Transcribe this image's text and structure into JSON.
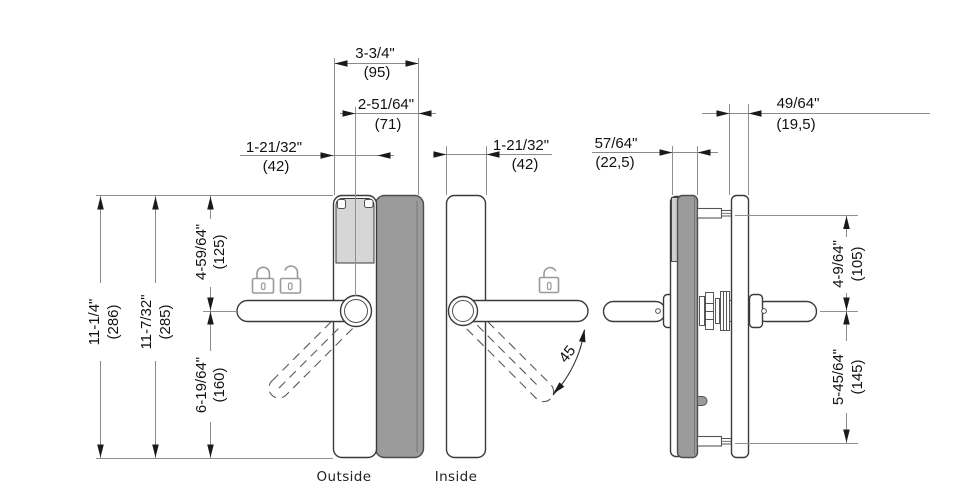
{
  "views": {
    "outside": {
      "label": "Outside"
    },
    "inside": {
      "label": "Inside"
    }
  },
  "dimensions": {
    "overall_width": {
      "in": "3-3/4\"",
      "mm": "(95)"
    },
    "center_to_edge": {
      "in": "2-51/64\"",
      "mm": "(71)"
    },
    "outside_plate_width": {
      "in": "1-21/32\"",
      "mm": "(42)"
    },
    "inside_plate_width": {
      "in": "1-21/32\"",
      "mm": "(42)"
    },
    "outside_projection": {
      "in": "57/64\"",
      "mm": "(22,5)"
    },
    "inside_projection": {
      "in": "49/64\"",
      "mm": "(19,5)"
    },
    "overall_height": {
      "in": "11-1/4\"",
      "mm": "(286)"
    },
    "plate_height": {
      "in": "11-7/32\"",
      "mm": "(285)"
    },
    "top_to_handle": {
      "in": "4-59/64\"",
      "mm": "(125)"
    },
    "handle_to_bottom": {
      "in": "6-19/64\"",
      "mm": "(160)"
    },
    "top_fixing_to_handle": {
      "in": "4-9/64\"",
      "mm": "(105)"
    },
    "handle_to_bottom_fixing": {
      "in": "5-45/64\"",
      "mm": "(145)"
    }
  },
  "angle": {
    "handle_rotation": "45"
  },
  "icons": {
    "outside_locked": "padlock-locked-icon",
    "outside_unlocked": "padlock-unlocked-icon",
    "inside_unlocked": "padlock-unlocked-icon"
  },
  "colors": {
    "plate_dark": "#9b9b9b",
    "plate_light": "#d6d6d6",
    "outline": "#3a3a3a",
    "dimension_line": "#8a8a8a",
    "text": "#111111",
    "icon_gray": "#9a9a9a"
  }
}
